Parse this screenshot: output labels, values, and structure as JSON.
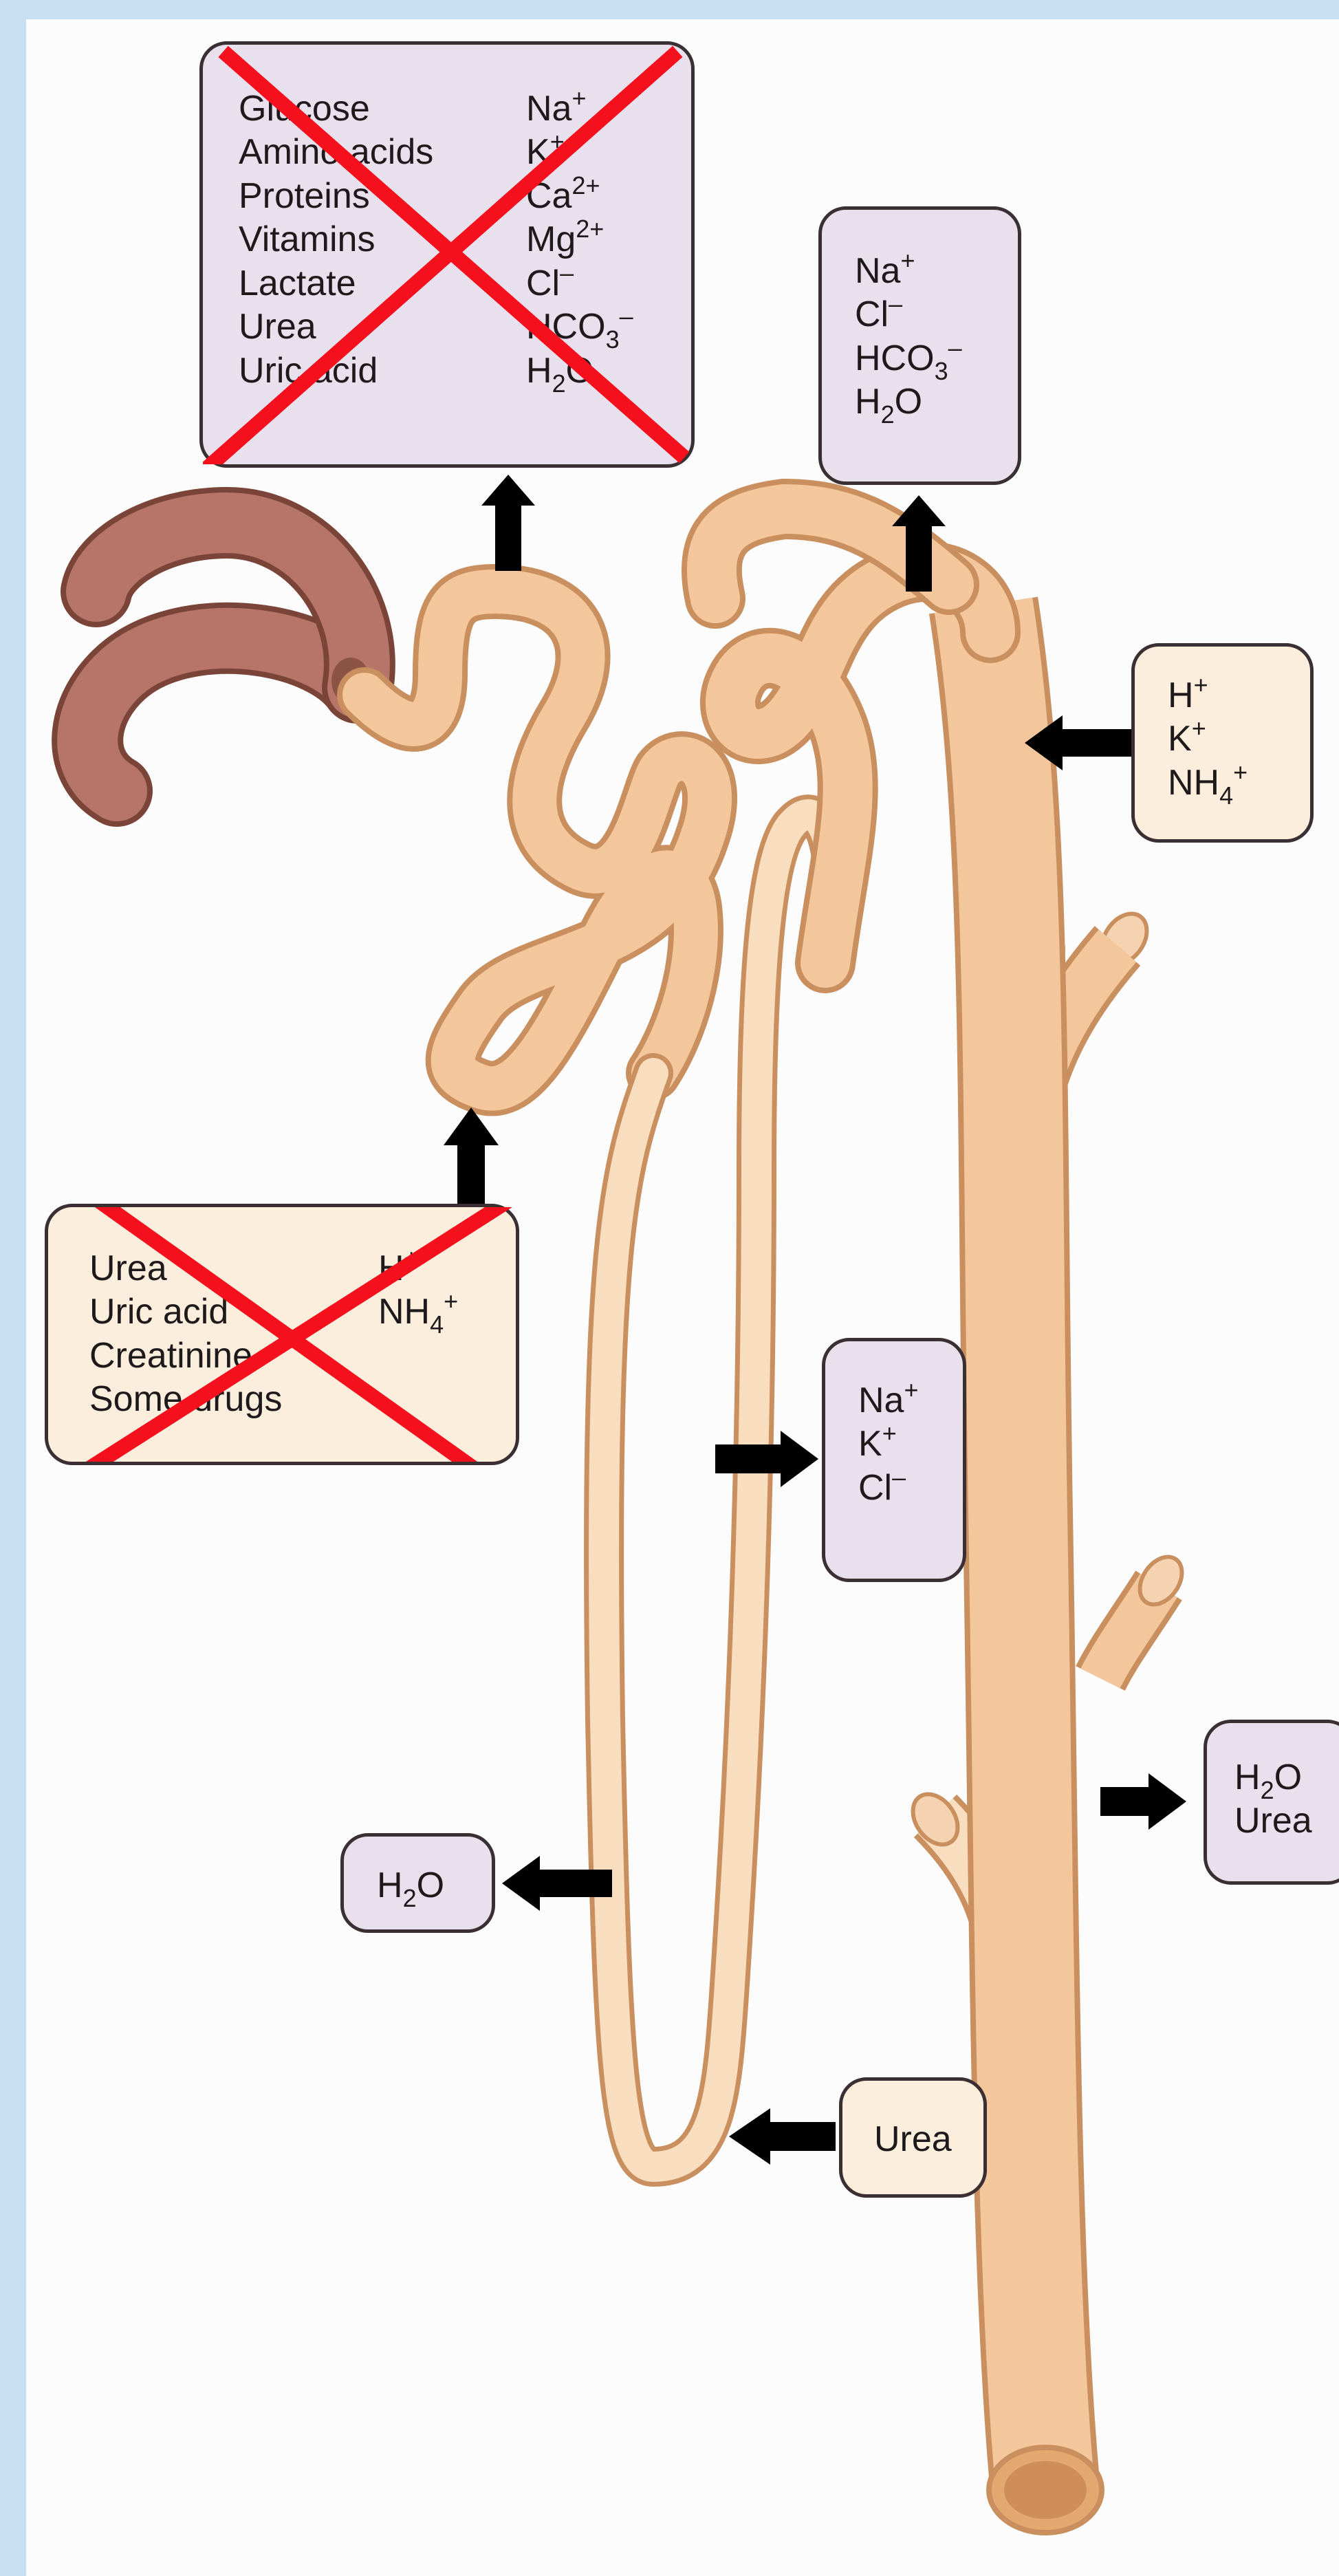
{
  "colors": {
    "frame": "#c7e0f4",
    "tubule": "#f3c79b",
    "tubule_light": "#f8ddbe",
    "tubule_outline": "#c98f5e",
    "capsule": "#b7756a",
    "box_lavender": "#e9e0ee",
    "box_cream": "#fbeedd",
    "cross": "#f4101c",
    "arrow": "#000000"
  },
  "reabsorbed_pct": {
    "col1": [
      "Glucose",
      "Amino acids",
      "Proteins",
      "Vitamins",
      "Lactate",
      "Urea",
      "Uric acid"
    ],
    "col2": [
      "Na",
      "K",
      "Ca",
      "Mg",
      "Cl",
      "HCO",
      "H"
    ],
    "col2_super": [
      "+",
      "+",
      "2+",
      "2+",
      "–",
      "–",
      ""
    ],
    "col2_sub": [
      "",
      "",
      "",
      "",
      "",
      "3",
      "2"
    ],
    "col2_tail": [
      "",
      "",
      "",
      "",
      "",
      "",
      "O"
    ],
    "crossed_out": true
  },
  "secreted_pct": {
    "col1": [
      "Urea",
      "Uric acid",
      "Creatinine",
      "Some drugs"
    ],
    "col2": [
      "H",
      "NH"
    ],
    "col2_super": [
      "+",
      "+"
    ],
    "col2_sub": [
      "",
      "4"
    ],
    "crossed_out": true
  },
  "reabsorbed_dct": {
    "items": [
      "Na",
      "Cl",
      "HCO",
      "H"
    ],
    "super": [
      "+",
      "–",
      "–",
      ""
    ],
    "sub": [
      "",
      "",
      "3",
      "2"
    ],
    "tail": [
      "",
      "",
      "",
      "O"
    ]
  },
  "secreted_dct": {
    "items": [
      "H",
      "K",
      "NH"
    ],
    "super": [
      "+",
      "+",
      "+"
    ],
    "sub": [
      "",
      "",
      "4"
    ]
  },
  "thick_ascending": {
    "items": [
      "Na",
      "K",
      "Cl"
    ],
    "super": [
      "+",
      "+",
      "–"
    ]
  },
  "thin_descending": {
    "h": "H",
    "sub": "2",
    "tail": "O"
  },
  "urea_recycle": {
    "label": "Urea"
  },
  "collecting_duct": {
    "h": "H",
    "sub": "2",
    "tail": "O",
    "urea": "Urea"
  }
}
